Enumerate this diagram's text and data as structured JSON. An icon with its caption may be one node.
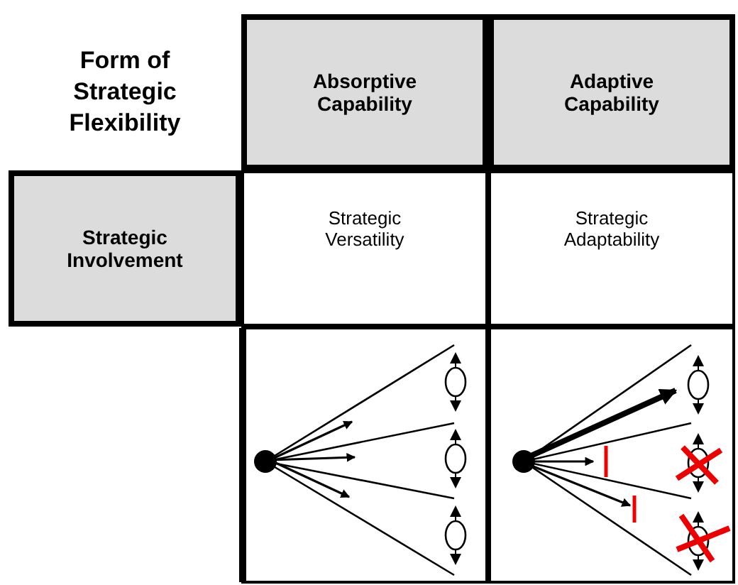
{
  "diagram": {
    "nodes": [
      {
        "text": [
          "Absorptive Capability"
        ]
      },
      {
        "text": [
          "Adaptive Capability"
        ]
      },
      {
        "text": [
          "Strategic Involvement"
        ]
      },
      {
        "text": [
          "Strategic Versatility"
        ]
      },
      {
        "text": [
          "Strategic Adaptability"
        ]
      }
    ],
    "labels": [
      "Form of Strategic Flexibility"
    ]
  }
}
